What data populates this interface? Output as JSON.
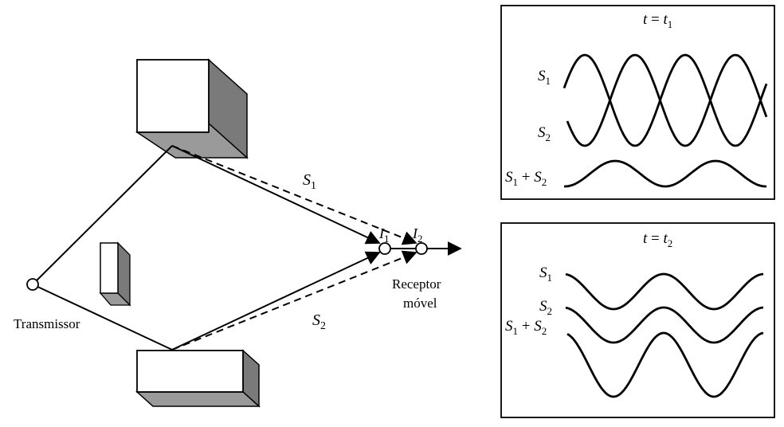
{
  "scene": {
    "transmitter_label": "Transmissor",
    "receiver_label_line1": "Receptor",
    "receiver_label_line2": "móvel",
    "path1_label": "S",
    "path1_sub": "1",
    "path2_label": "S",
    "path2_sub": "2",
    "point1_label": "I",
    "point1_sub": "1",
    "point2_label": "I",
    "point2_sub": "2"
  },
  "panel_top": {
    "title_var": "t",
    "title_eq": " = ",
    "title_rhs": "t",
    "title_rhs_sub": "1",
    "s1_label": "S",
    "s1_sub": "1",
    "s2_label": "S",
    "s2_sub": "2",
    "sum_a": "S",
    "sum_a_sub": "1",
    "sum_plus": " + ",
    "sum_b": "S",
    "sum_b_sub": "2"
  },
  "panel_bottom": {
    "title_var": "t",
    "title_eq": " = ",
    "title_rhs": "t",
    "title_rhs_sub": "2",
    "s1_label": "S",
    "s1_sub": "1",
    "s2_label": "S",
    "s2_sub": "2",
    "sum_a": "S",
    "sum_a_sub": "1",
    "sum_plus": " + ",
    "sum_b": "S",
    "sum_b_sub": "2"
  },
  "colors": {
    "stroke": "#000000",
    "box_face": "#ffffff",
    "box_side": "#7a7a7a",
    "box_bottom": "#9a9a9a"
  }
}
